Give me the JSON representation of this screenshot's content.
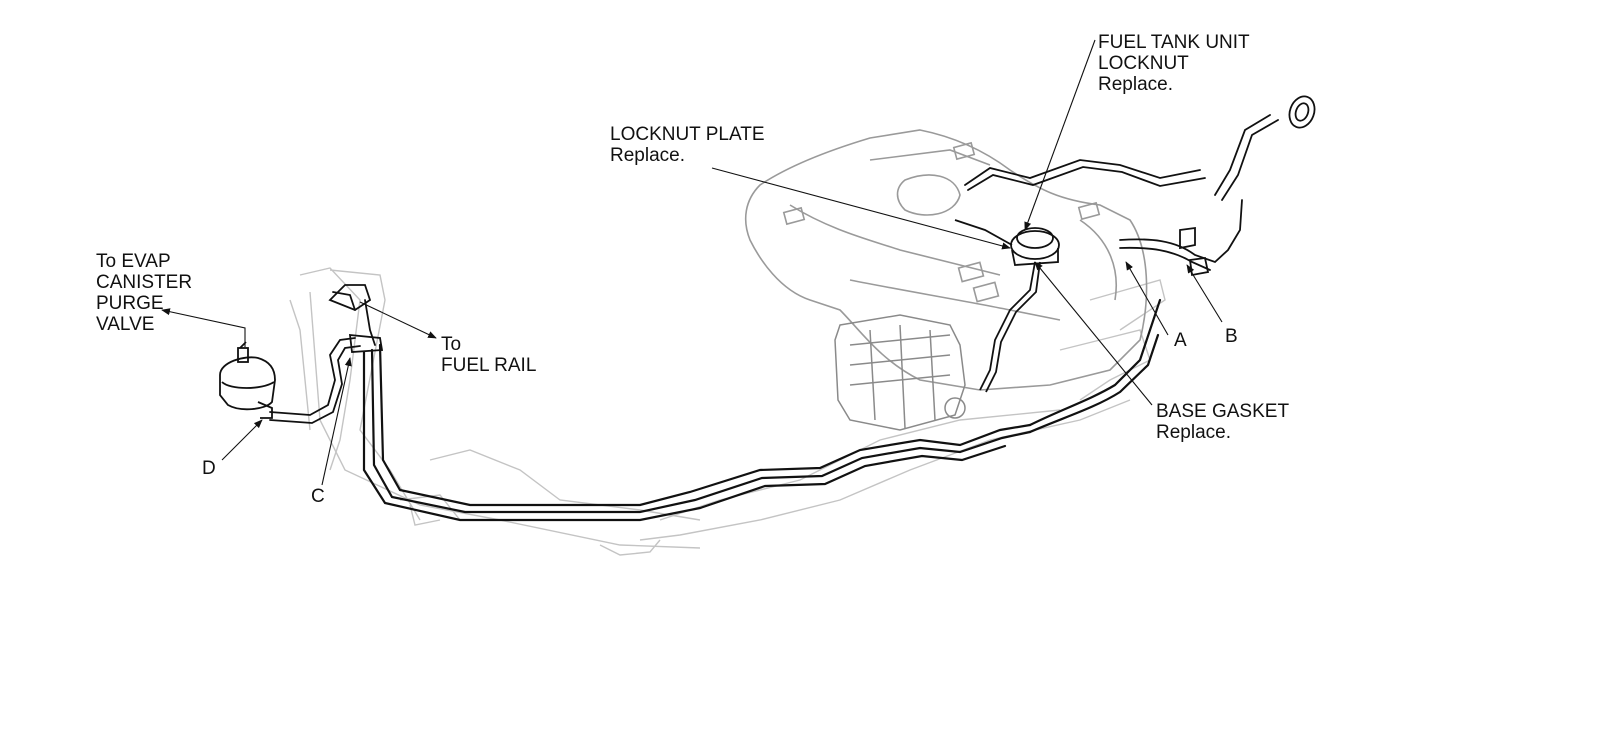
{
  "labels": {
    "fuel_tank_unit_locknut": [
      "FUEL TANK UNIT",
      "LOCKNUT",
      "Replace."
    ],
    "locknut_plate": [
      "LOCKNUT PLATE",
      "Replace."
    ],
    "to_evap": [
      "To EVAP",
      "CANISTER",
      "PURGE",
      "VALVE"
    ],
    "to_fuel_rail": [
      "To",
      "FUEL RAIL"
    ],
    "base_gasket": [
      "BASE GASKET",
      "Replace."
    ],
    "letter_a": "A",
    "letter_b": "B",
    "letter_c": "C",
    "letter_d": "D"
  },
  "colors": {
    "ink": "#111111",
    "ghost": "#bdbdbd",
    "background": "#ffffff"
  }
}
